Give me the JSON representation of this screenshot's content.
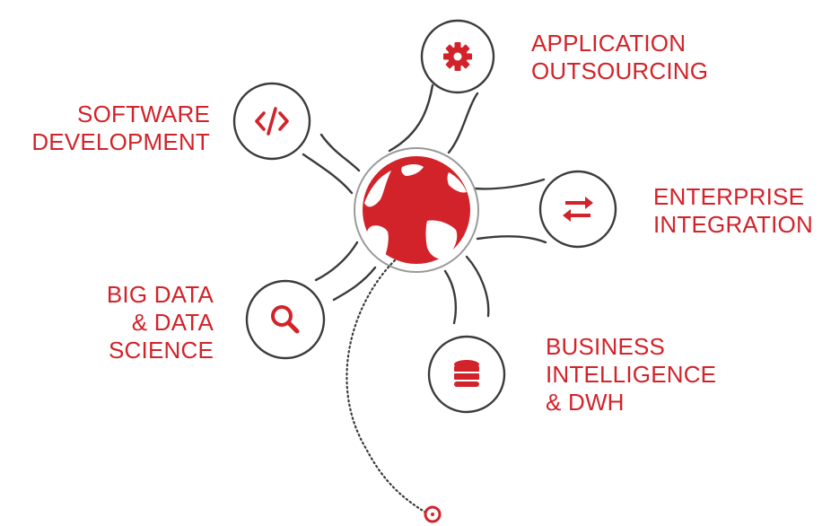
{
  "colors": {
    "accent": "#d2232a",
    "outline": "#3b3b3b",
    "globe_ring": "#9a9a9a",
    "globe_fill": "#ffffff"
  },
  "center": {
    "icon": "globe-icon"
  },
  "services": [
    {
      "id": "application-outsourcing",
      "icon": "gear-icon",
      "lines": [
        "APPLICATION",
        "OUTSOURCING"
      ]
    },
    {
      "id": "software-development",
      "icon": "code-icon",
      "lines": [
        "SOFTWARE",
        "DEVELOPMENT"
      ]
    },
    {
      "id": "enterprise-integration",
      "icon": "exchange-arrows-icon",
      "lines": [
        "ENTERPRISE",
        "INTEGRATION"
      ]
    },
    {
      "id": "big-data",
      "icon": "search-icon",
      "lines": [
        "BIG DATA",
        "& DATA",
        "SCIENCE"
      ]
    },
    {
      "id": "business-intelligence",
      "icon": "database-icon",
      "lines": [
        "BUSINESS",
        "INTELLIGENCE",
        "& DWH"
      ]
    }
  ],
  "pointer": {
    "icon": "location-pin-icon"
  }
}
